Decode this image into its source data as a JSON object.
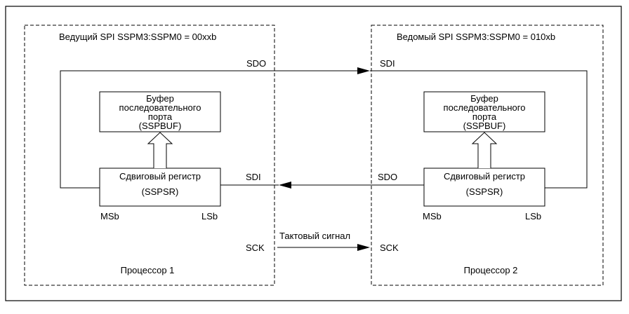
{
  "master": {
    "title": "Ведущий SPI SSPM3:SSPM0 = 00xxb",
    "buffer_lines": [
      "Буфер",
      "последовательного",
      "порта",
      "(SSPBUF)"
    ],
    "shift_lines": [
      "Сдвиговый регистр",
      "(SSPSR)"
    ],
    "msb": "MSb",
    "lsb": "LSb",
    "sdo": "SDO",
    "sdi": "SDI",
    "sck": "SCK",
    "processor": "Процессор 1"
  },
  "slave": {
    "title": "Ведомый SPI SSPM3:SSPM0 = 010xb",
    "buffer_lines": [
      "Буфер",
      "последовательного",
      "порта",
      "(SSPBUF)"
    ],
    "shift_lines": [
      "Сдвиговый регистр",
      "(SSPSR)"
    ],
    "msb": "MSb",
    "lsb": "LSb",
    "sdo": "SDO",
    "sdi": "SDI",
    "sck": "SCK",
    "processor": "Процессор 2"
  },
  "clock_label": "Тактовый сигнал"
}
